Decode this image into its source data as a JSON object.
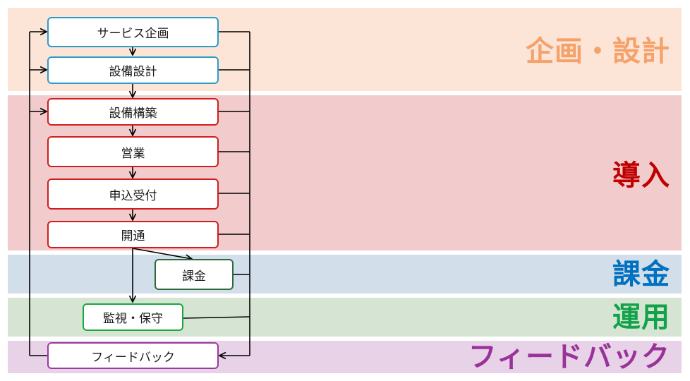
{
  "bands": {
    "planning": {
      "label": "企画・設計",
      "color": "#F4A26A",
      "bg": "#FCE5D6"
    },
    "introduction": {
      "label": "導入",
      "color": "#C00000",
      "bg": "#F2CBCC"
    },
    "billing": {
      "label": "課金",
      "color": "#0070C0",
      "bg": "#D2DEEA"
    },
    "operation": {
      "label": "運用",
      "color": "#12A34A",
      "bg": "#D6E5D3"
    },
    "feedback": {
      "label": "フィードバック",
      "color": "#993399",
      "bg": "#E8D2E8"
    }
  },
  "nodes": {
    "service_planning": {
      "label": "サービス企画",
      "border": "#2E9CC9"
    },
    "equipment_design": {
      "label": "設備設計",
      "border": "#2E9CC9"
    },
    "equipment_construction": {
      "label": "設備構築",
      "border": "#D01E1E"
    },
    "sales": {
      "label": "営業",
      "border": "#D01E1E"
    },
    "application_intake": {
      "label": "申込受付",
      "border": "#D01E1E"
    },
    "activation": {
      "label": "開通",
      "border": "#D01E1E"
    },
    "billing": {
      "label": "課金",
      "border": "#2E6B3A"
    },
    "monitoring_maintenance": {
      "label": "監視・保守",
      "border": "#18A83C"
    },
    "feedback": {
      "label": "フィードバック",
      "border": "#9B3AA0"
    }
  }
}
